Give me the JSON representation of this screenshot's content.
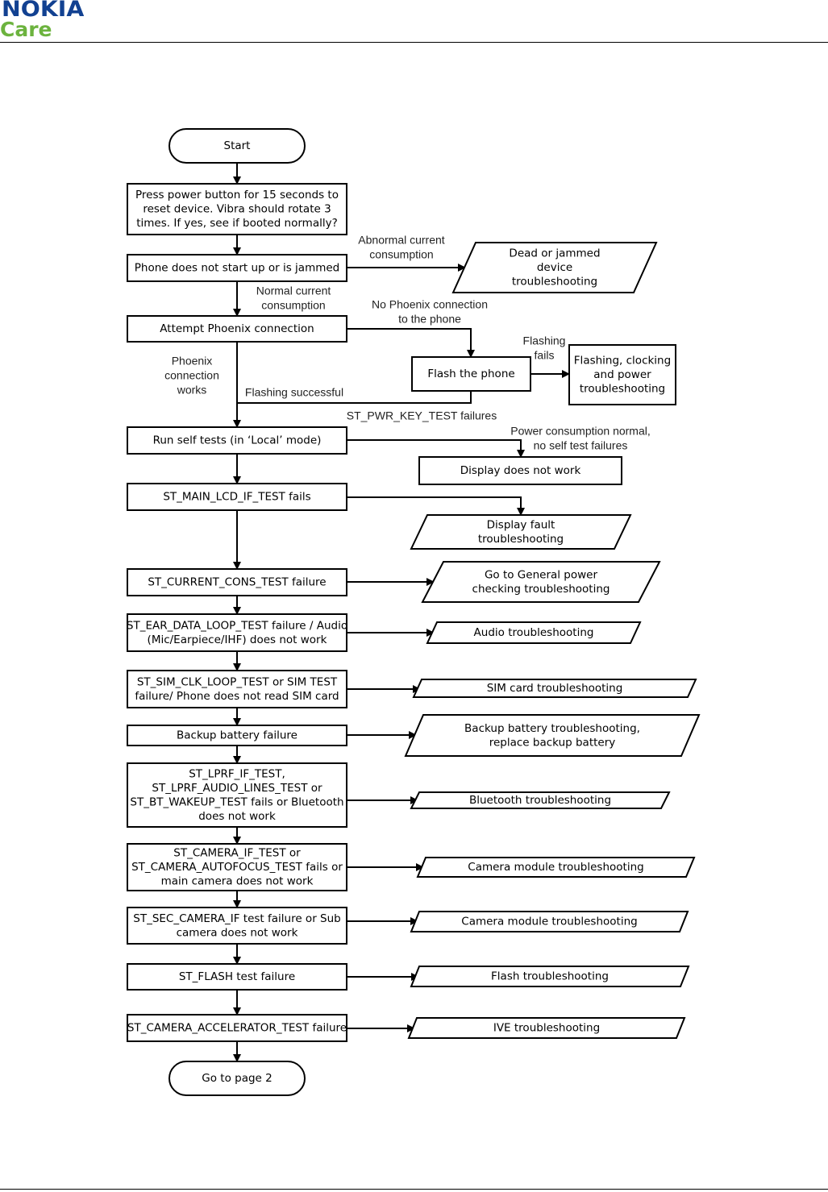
{
  "header": {
    "brand_primary": "NOKIA",
    "brand_secondary": "Care",
    "colors": {
      "nokia_blue": "#124191",
      "care_green": "#6cb33e"
    }
  },
  "nodes": {
    "start": [
      "Start"
    ],
    "press_power": [
      "Press power button for 15 seconds to",
      "reset device. Vibra should rotate 3",
      "times. If yes, see if booted normally?"
    ],
    "no_start": [
      "Phone does not start up or is jammed"
    ],
    "dead_jammed": [
      "Dead or jammed",
      "device",
      "troubleshooting"
    ],
    "attempt_phoenix": [
      "Attempt Phoenix connection"
    ],
    "flash_phone": [
      "Flash the phone"
    ],
    "flashing_clocking": [
      "Flashing, clocking",
      "and power",
      "troubleshooting"
    ],
    "run_self_tests": [
      "Run self tests (in ‘Local’ mode)"
    ],
    "display_not_work": [
      "Display does not work"
    ],
    "main_lcd": [
      "ST_MAIN_LCD_IF_TEST fails"
    ],
    "display_fault": [
      "Display fault",
      "troubleshooting"
    ],
    "current_cons": [
      "ST_CURRENT_CONS_TEST failure"
    ],
    "general_power": [
      "Go to General power",
      "checking troubleshooting"
    ],
    "ear_data": [
      "ST_EAR_DATA_LOOP_TEST failure / Audio",
      "(Mic/Earpiece/IHF) does not work"
    ],
    "audio_ts": [
      "Audio troubleshooting"
    ],
    "sim_clk": [
      "ST_SIM_CLK_LOOP_TEST or SIM TEST",
      "failure/ Phone does not read SIM card"
    ],
    "sim_ts": [
      "SIM card troubleshooting"
    ],
    "backup_battery": [
      "Backup battery failure"
    ],
    "backup_ts": [
      "Backup battery troubleshooting,",
      "replace backup battery"
    ],
    "lprf": [
      "ST_LPRF_IF_TEST,",
      "ST_LPRF_AUDIO_LINES_TEST or",
      "ST_BT_WAKEUP_TEST fails or Bluetooth",
      "does not work"
    ],
    "bt_ts": [
      "Bluetooth troubleshooting"
    ],
    "camera_if": [
      "ST_CAMERA_IF_TEST or",
      "ST_CAMERA_AUTOFOCUS_TEST fails or",
      "main camera does not work"
    ],
    "camera_ts_1": [
      "Camera module troubleshooting"
    ],
    "sec_camera": [
      "ST_SEC_CAMERA_IF test failure or Sub",
      "camera does not work"
    ],
    "camera_ts_2": [
      "Camera module troubleshooting"
    ],
    "flash_test": [
      "ST_FLASH test failure"
    ],
    "flash_ts": [
      "Flash troubleshooting"
    ],
    "cam_accel": [
      "ST_CAMERA_ACCELERATOR_TEST failure"
    ],
    "ive_ts": [
      "IVE  troubleshooting"
    ],
    "goto_page2": [
      "Go to page 2"
    ]
  },
  "edge_labels": {
    "abnormal_current": [
      "Abnormal current",
      "consumption"
    ],
    "normal_current": [
      "Normal current",
      "consumption"
    ],
    "no_phoenix": [
      "No Phoenix connection",
      "to the phone"
    ],
    "flashing_fails": [
      "Flashing",
      "fails"
    ],
    "phoenix_works": [
      "Phoenix",
      "connection",
      "works"
    ],
    "flashing_successful": [
      "Flashing successful"
    ],
    "st_pwr_key": [
      "ST_PWR_KEY_TEST failures"
    ],
    "power_normal": [
      "Power consumption normal,",
      "no self test failures"
    ]
  }
}
